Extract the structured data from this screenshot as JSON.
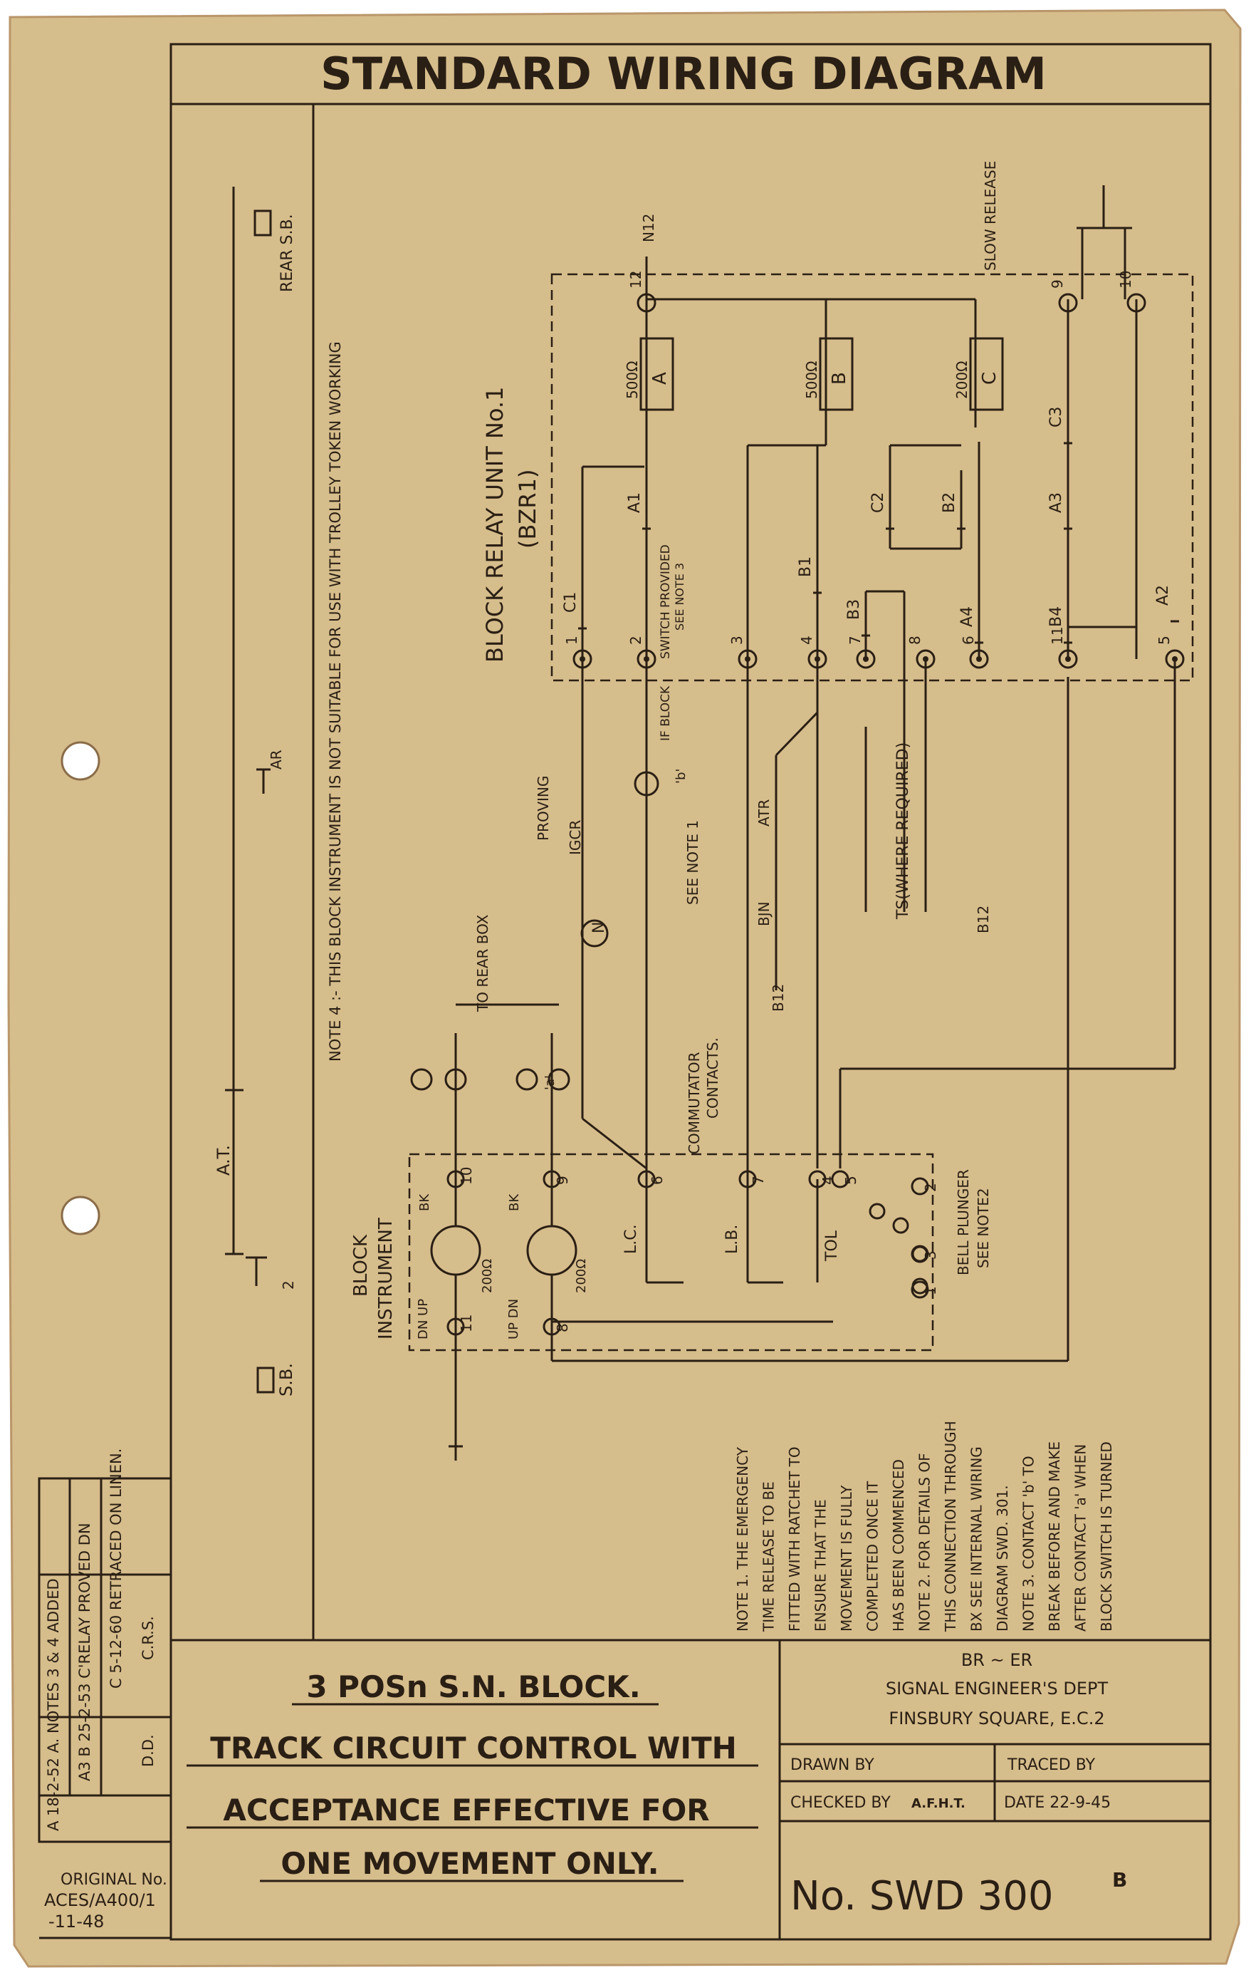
{
  "title": "STANDARD WIRING DIAGRAM",
  "colors": {
    "paper": "#d6bd8c",
    "paper_edge": "#b9966a",
    "ink": "#2a1f14",
    "hole": "#ffffff"
  },
  "note4": "NOTE 4 :- THIS BLOCK INSTRUMENT IS NOT SUITABLE FOR USE WITH TROLLEY TOKEN WORKING",
  "labels": {
    "rear_sb": "REAR S.B.",
    "ar": "AR",
    "at": "A.T.",
    "sb": "S.B.",
    "sb_num": "2",
    "block_relay_unit": "BLOCK RELAY UNIT No.1",
    "bzr1": "(BZR1)",
    "slow_release": "SLOW RELEASE",
    "n12": "N12",
    "b12_a": "B12",
    "b12_b": "B12",
    "ts": "TS(WHERE REQUIRED)",
    "proving": "PROVING",
    "igcr": "IGCR",
    "to_rear_box": "TO REAR BOX",
    "switch_provided": "SWITCH PROVIDED",
    "see_note3": "SEE NOTE 3",
    "if_block": "IF BLOCK",
    "contact_b": "'b'",
    "contact_a": "'a'",
    "see_note1": "SEE NOTE 1",
    "commutator": "COMMUTATOR",
    "contacts": "CONTACTS.",
    "block_instrument_1": "BLOCK",
    "block_instrument_2": "INSTRUMENT",
    "bell_plunger": "BELL PLUNGER",
    "see_note2": "SEE NOTE2",
    "lc": "L.C.",
    "lb": "L.B.",
    "tol": "TOL",
    "bk1": "BK",
    "bk2": "BK",
    "dn_up": "DN UP",
    "up_dn": "UP DN",
    "ohm200_1": "200Ω",
    "ohm200_2": "200Ω",
    "ohm500_a": "500Ω",
    "ohm500_b": "500Ω",
    "ohm200_c": "200Ω",
    "relay_a": "A",
    "relay_b": "B",
    "relay_c": "C",
    "atr": "ATR",
    "bjn": "BJN",
    "n_contact": "N"
  },
  "relay_contacts": [
    "C1",
    "A1",
    "B1",
    "B3",
    "A4",
    "C2",
    "B2",
    "C3",
    "A3",
    "B4",
    "A2"
  ],
  "terminals_top": [
    "1",
    "2",
    "3",
    "4",
    "7",
    "8",
    "6",
    "11",
    "5"
  ],
  "terminals_upper": [
    "12",
    "9",
    "10"
  ],
  "instrument_terminals": [
    "10",
    "9",
    "6",
    "7",
    "4",
    "5",
    "11",
    "8",
    "1",
    "2",
    "3"
  ],
  "notes": [
    "NOTE 1. THE EMERGENCY",
    "TIME RELEASE TO BE",
    "FITTED WITH RATCHET TO",
    "ENSURE THAT THE",
    "MOVEMENT IS FULLY",
    "COMPLETED ONCE IT",
    "HAS BEEN COMMENCED",
    "NOTE 2. FOR DETAILS OF",
    "THIS CONNECTION THROUGH",
    "BX SEE INTERNAL WIRING",
    "DIAGRAM SWD. 301.",
    "NOTE 3. CONTACT 'b' TO",
    "BREAK BEFORE AND MAKE",
    "AFTER CONTACT 'a' WHEN",
    "BLOCK SWITCH IS TURNED"
  ],
  "revisions": {
    "col1": "A 18-2-52 A. NOTES 3 & 4 ADDED",
    "col2": "A3 B 25-2-53 C'RELAY PROVED DN",
    "col3": "C 5-12-60 RETRACED ON LINEN.",
    "d1": "D.D.",
    "d2": "C.R.S."
  },
  "original": {
    "label": "ORIGINAL No.",
    "ref": "ACES/A400/1",
    "date": "-11-48"
  },
  "title_block": {
    "line1": "3 POSn S.N. BLOCK.",
    "line2": "TRACK CIRCUIT CONTROL WITH",
    "line3": "ACCEPTANCE EFFECTIVE FOR",
    "line4": "ONE MOVEMENT ONLY.",
    "org1": "BR ~ ER",
    "org2": "SIGNAL ENGINEER'S DEPT",
    "org3": "FINSBURY SQUARE, E.C.2",
    "drawn_by": "DRAWN BY",
    "traced_by": "TRACED BY",
    "checked_by": "CHECKED BY",
    "checked_initials": "A.F.H.T.",
    "date": "DATE 22-9-45",
    "number": "No. SWD 300",
    "suffix": "B"
  }
}
